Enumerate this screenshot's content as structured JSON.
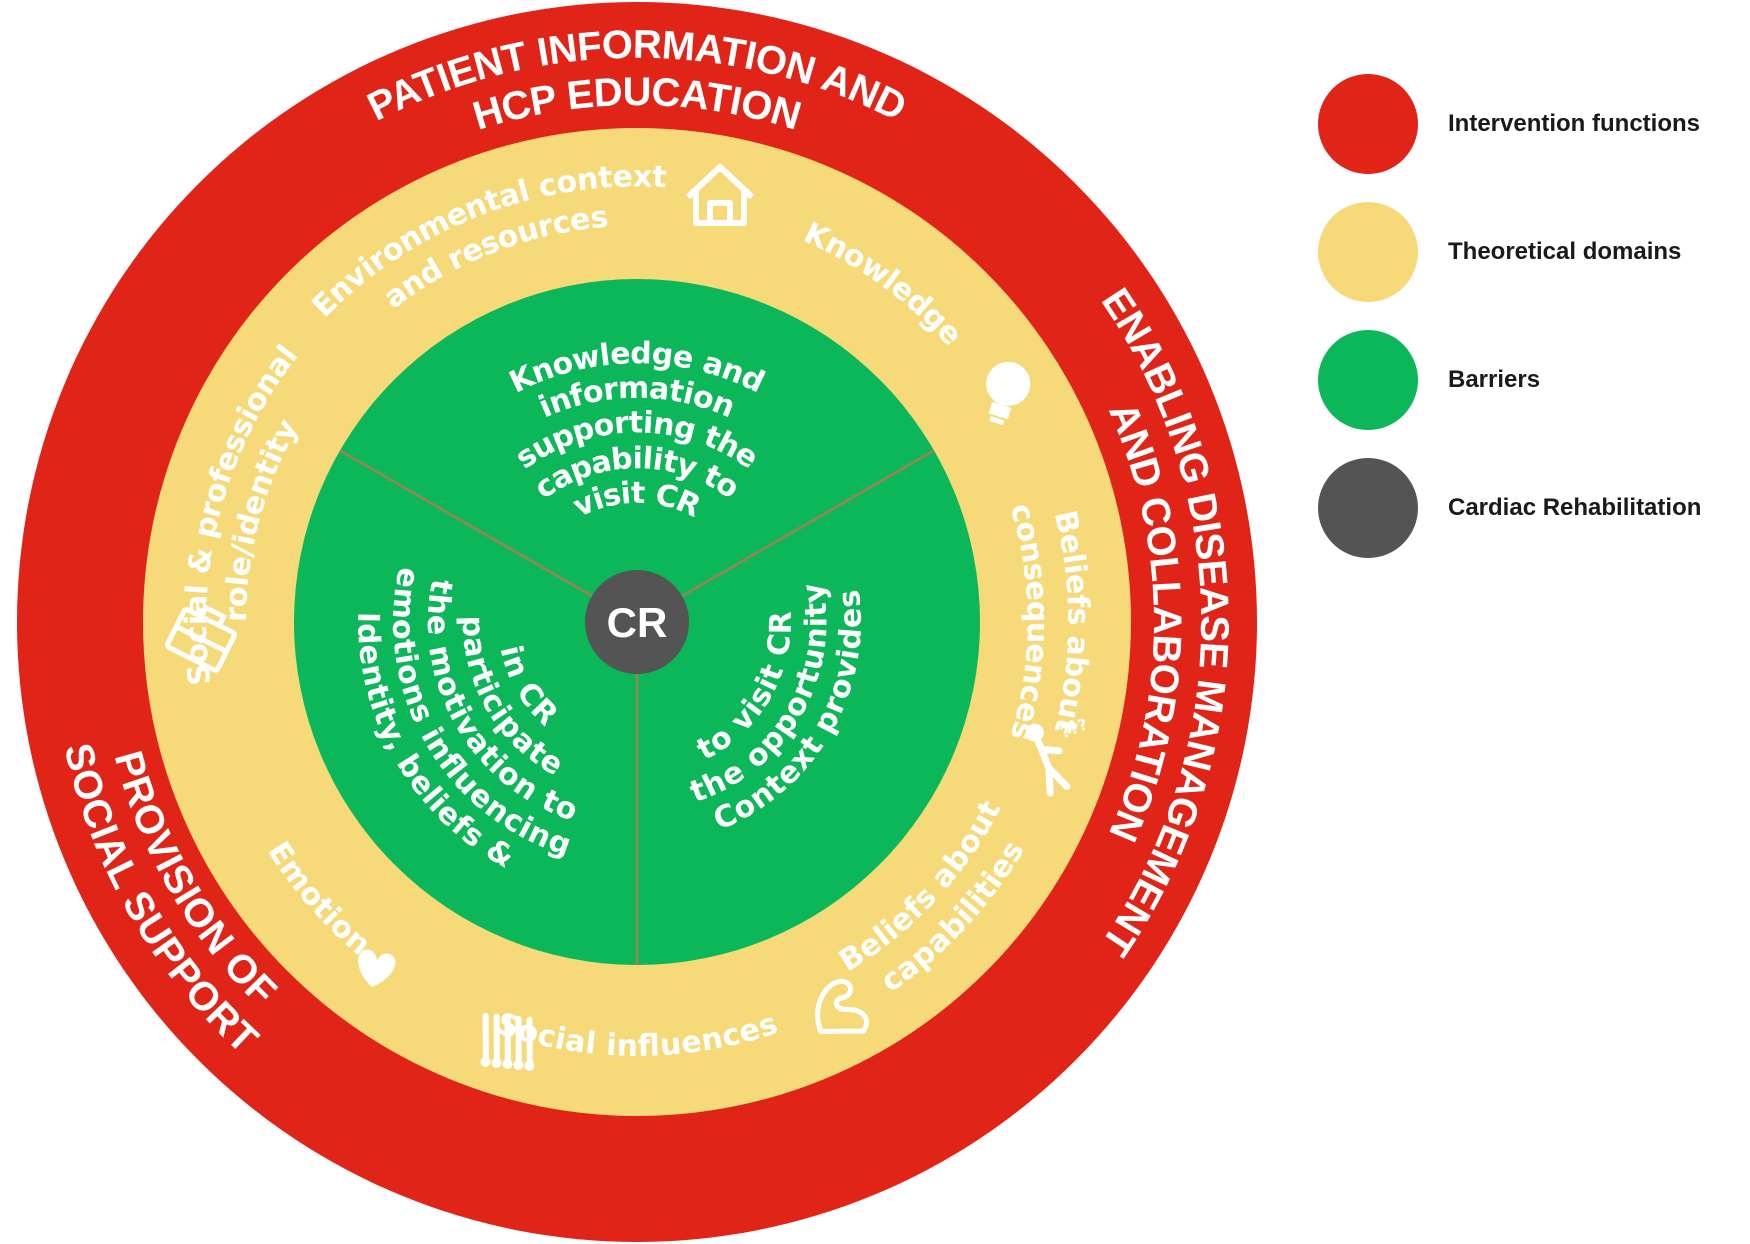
{
  "colors": {
    "intervention": "#e02417",
    "theoretical": "#f6da7a",
    "barriers": "#0bb758",
    "center": "#545454",
    "divider": "#8a8a55"
  },
  "center": {
    "label": "CR"
  },
  "intervention_functions": [
    {
      "id": "patient-info",
      "lines": [
        "PATIENT INFORMATION AND",
        "HCP EDUCATION"
      ]
    },
    {
      "id": "enabling",
      "lines": [
        "ENABLING DISEASE MANAGEMENT",
        "AND COLLABORATION"
      ]
    },
    {
      "id": "social-support",
      "lines": [
        "PROVISION OF",
        "SOCIAL SUPPORT"
      ]
    }
  ],
  "theoretical_domains": [
    {
      "id": "knowledge",
      "lines": [
        "Knowledge"
      ],
      "icon": "bulb-icon"
    },
    {
      "id": "beliefs-consequences",
      "lines": [
        "Beliefs about",
        "consequences"
      ],
      "icon": "thinking-person-icon"
    },
    {
      "id": "beliefs-capabilities",
      "lines": [
        "Beliefs about",
        "capabilities"
      ],
      "icon": "flexed-arm-icon"
    },
    {
      "id": "social-influences",
      "lines": [
        "Social influences"
      ],
      "icon": "crowd-icon"
    },
    {
      "id": "emotion",
      "lines": [
        "Emotion"
      ],
      "icon": "heart-icon"
    },
    {
      "id": "social-professional",
      "lines": [
        "Social & professional",
        "role/identity"
      ],
      "icon": "briefcase-icon"
    },
    {
      "id": "environmental",
      "lines": [
        "Environmental context",
        "and resources"
      ],
      "icon": "house-icon"
    }
  ],
  "barriers": [
    {
      "id": "capability",
      "lines": [
        "Knowledge and",
        "information",
        "supporting the",
        "capability to",
        "visit CR"
      ]
    },
    {
      "id": "opportunity",
      "lines": [
        "Context provides",
        "the opportunity",
        "to visit CR"
      ]
    },
    {
      "id": "motivation",
      "lines": [
        "Identity, beliefs &",
        "emotions influencing",
        "the motivation to",
        "participate",
        "in CR"
      ]
    }
  ],
  "legend": [
    {
      "label": "Intervention functions",
      "color": "#e02417"
    },
    {
      "label": "Theoretical domains",
      "color": "#f6da7a"
    },
    {
      "label": "Barriers",
      "color": "#0bb758"
    },
    {
      "label": "Cardiac Rehabilitation",
      "color": "#545454"
    }
  ]
}
